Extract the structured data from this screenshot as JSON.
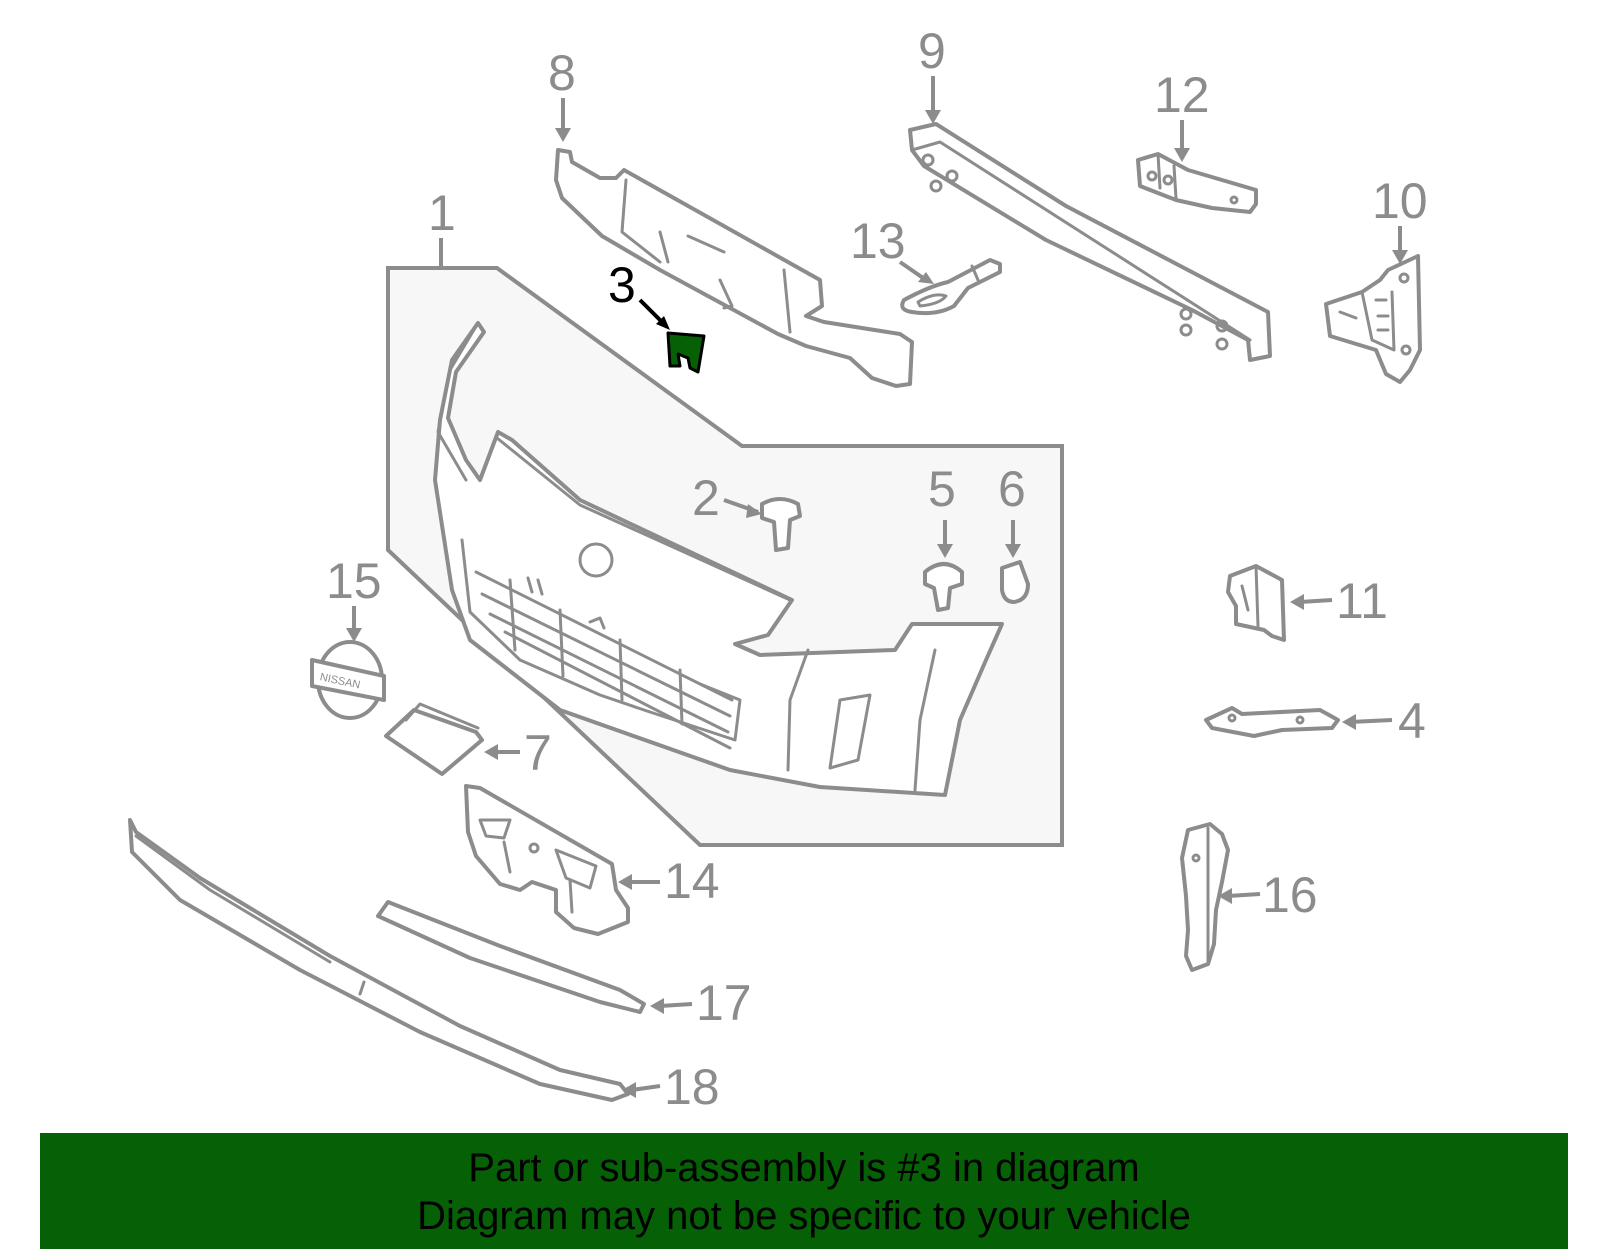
{
  "colors": {
    "line": "#8c8c8c",
    "highlight_part": "#066006",
    "banner_background": "#066006",
    "assembly_fill": "#f7f7f7"
  },
  "callouts": {
    "c1": "1",
    "c2": "2",
    "c3": "3",
    "c4": "4",
    "c5": "5",
    "c6": "6",
    "c7": "7",
    "c8": "8",
    "c9": "9",
    "c10": "10",
    "c11": "11",
    "c12": "12",
    "c13": "13",
    "c14": "14",
    "c15": "15",
    "c16": "16",
    "c17": "17",
    "c18": "18"
  },
  "highlighted_part": "3",
  "banner": {
    "line1": "Part or sub-assembly is #3 in diagram",
    "line2": "Diagram may not be specific to your vehicle"
  }
}
